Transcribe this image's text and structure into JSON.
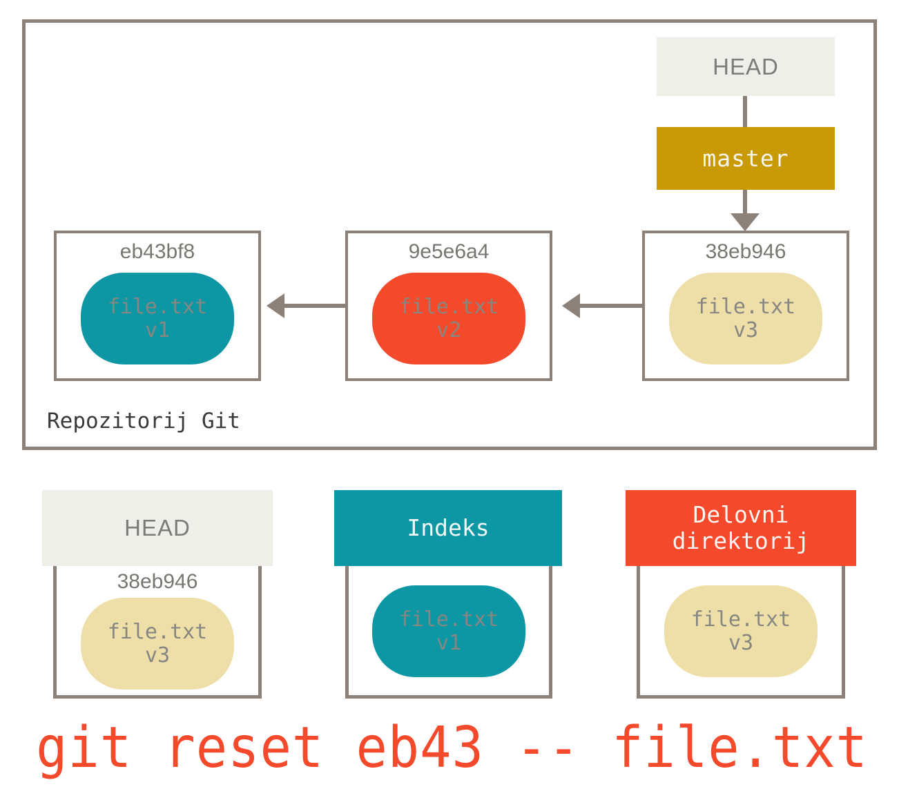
{
  "diagram": {
    "title_label": "Repozitorij Git",
    "command": "git reset eb43 -- file.txt",
    "colors": {
      "border_gray": "#8b8178",
      "head_bg": "#eeefe8",
      "head_text": "#7b7b78",
      "master_bg": "#c79a06",
      "master_text": "#f7f5ee",
      "blob_teal": "#0d97a5",
      "blob_red": "#f5492b",
      "blob_cream": "#eedfa8",
      "blob_text": "#878681",
      "hash_text": "#777670",
      "command_text": "#f5492b",
      "repo_label_text": "#393939"
    }
  },
  "repository": {
    "label": "Repozitorij Git",
    "head_pointer": {
      "label": "HEAD"
    },
    "branch": {
      "label": "master"
    },
    "commits": [
      {
        "hash": "eb43bf8",
        "blob_color": "teal",
        "file": "file.txt",
        "version": "v1"
      },
      {
        "hash": "9e5e6a4",
        "blob_color": "red",
        "file": "file.txt",
        "version": "v2"
      },
      {
        "hash": "38eb946",
        "blob_color": "cream",
        "file": "file.txt",
        "version": "v3"
      }
    ]
  },
  "areas": [
    {
      "key": "head",
      "header": "HEAD",
      "hash": "38eb946",
      "blob_color": "cream",
      "file": "file.txt",
      "version": "v3"
    },
    {
      "key": "index",
      "header": "Indeks",
      "hash": "",
      "blob_color": "teal",
      "file": "file.txt",
      "version": "v1"
    },
    {
      "key": "workdir",
      "header_line1": "Delovni",
      "header_line2": "direktorij",
      "hash": "",
      "blob_color": "cream",
      "file": "file.txt",
      "version": "v3"
    }
  ]
}
